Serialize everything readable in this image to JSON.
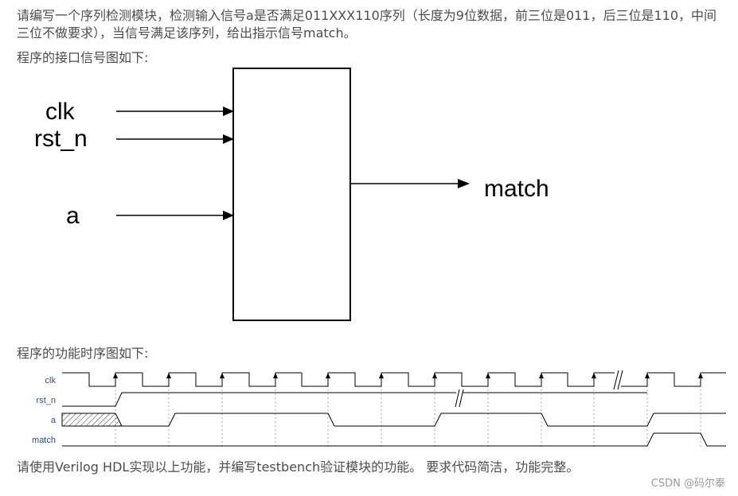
{
  "intro_text": "请编写一个序列检测模块，检测输入信号a是否满足011XXX110序列（长度为9位数据，前三位是011，后三位是110，中间三位不做要求），当信号满足该序列，给出指示信号match。",
  "interface_caption": "程序的接口信号图如下:",
  "interface_diagram": {
    "inputs": [
      "clk",
      "rst_n",
      "a"
    ],
    "output": "match"
  },
  "timing_caption": "程序的功能时序图如下:",
  "timing_diagram": {
    "signals": [
      "clk",
      "rst_n",
      "a",
      "match"
    ]
  },
  "instruction_text": "请使用Verilog HDL实现以上功能，并编写testbench验证模块的功能。 要求代码简洁，功能完整。",
  "watermark": "CSDN @码尔泰",
  "colors": {
    "text": "#4d4d4d",
    "timing_label": "#1f4e9e",
    "wave": "#000000",
    "watermark": "#9a9a9a"
  }
}
